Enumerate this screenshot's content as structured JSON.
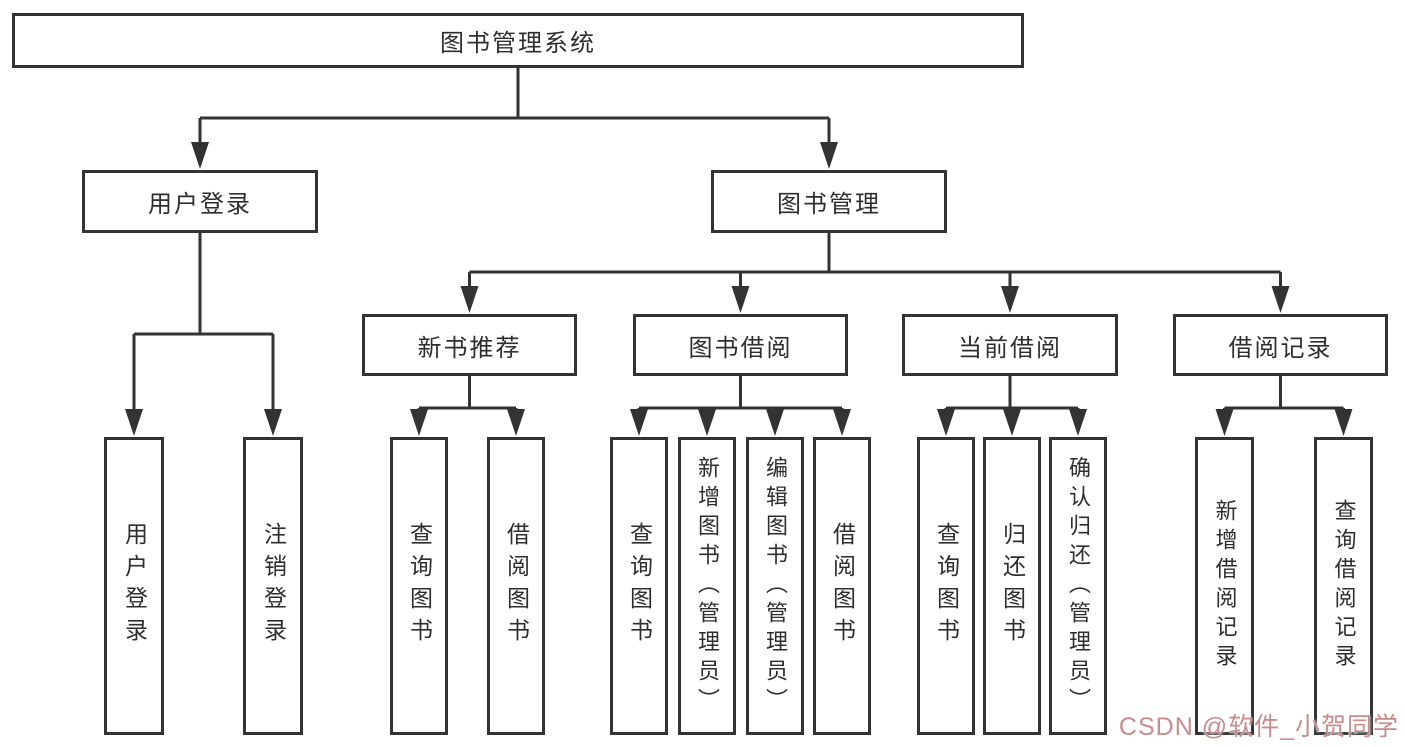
{
  "nodes": {
    "root": "图书管理系统",
    "level2": [
      "用户登录",
      "图书管理"
    ],
    "level3": [
      "新书推荐",
      "图书借阅",
      "当前借阅",
      "借阅记录"
    ],
    "leaves_user_login": [
      "用户登录",
      "注销登录"
    ],
    "leaves_new_book": [
      "查询图书",
      "借阅图书"
    ],
    "leaves_book_borrow": [
      "查询图书",
      "新增图书（管理员）",
      "编辑图书（管理员）",
      "借阅图书"
    ],
    "leaves_current_borrow": [
      "查询图书",
      "归还图书",
      "确认归还（管理员）"
    ],
    "leaves_records": [
      "新增借阅记录",
      "查询借阅记录"
    ]
  },
  "watermark": "CSDN @软件_小贺同学",
  "colors": {
    "line": "#333333",
    "text": "#2e2e2e",
    "watermark": "#c98b8b",
    "background": "#ffffff"
  }
}
